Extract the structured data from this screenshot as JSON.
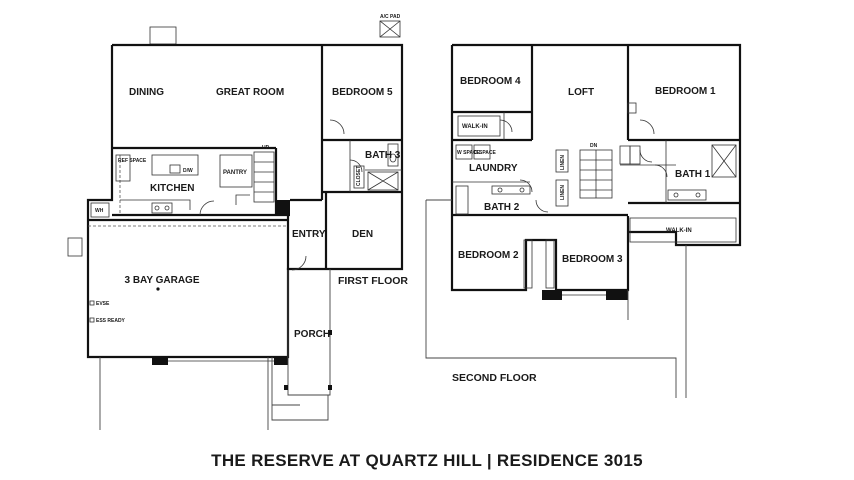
{
  "title": "THE RESERVE AT QUARTZ HILL | RESIDENCE 3015",
  "first_floor": {
    "label": "FIRST FLOOR",
    "rooms": {
      "dining": "DINING",
      "great_room": "GREAT ROOM",
      "bedroom5": "BEDROOM 5",
      "kitchen": "KITCHEN",
      "pantry": "PANTRY",
      "bath3": "BATH 3",
      "entry": "ENTRY",
      "den": "DEN",
      "garage": "3 BAY GARAGE",
      "porch": "PORCH"
    },
    "tags": {
      "ref_space": "REF SPACE",
      "dw": "D/W",
      "wh": "WH",
      "up": "UP",
      "ac_pad": "A/C PAD",
      "evse": "EVSE",
      "ess_ready": "ESS READY",
      "closet": "CLOSET"
    }
  },
  "second_floor": {
    "label": "SECOND FLOOR",
    "rooms": {
      "bedroom4": "BEDROOM 4",
      "loft": "LOFT",
      "bedroom1": "BEDROOM 1",
      "walkin_b4": "WALK-IN",
      "laundry": "LAUNDRY",
      "bath1": "BATH 1",
      "bath2": "BATH 2",
      "walkin_b1": "WALK-IN",
      "bedroom2": "BEDROOM 2",
      "bedroom3": "BEDROOM 3"
    },
    "tags": {
      "w_space": "W SPACE",
      "d_space": "D SPACE",
      "dn": "DN",
      "linen1": "LINEN",
      "linen2": "LINEN"
    }
  }
}
